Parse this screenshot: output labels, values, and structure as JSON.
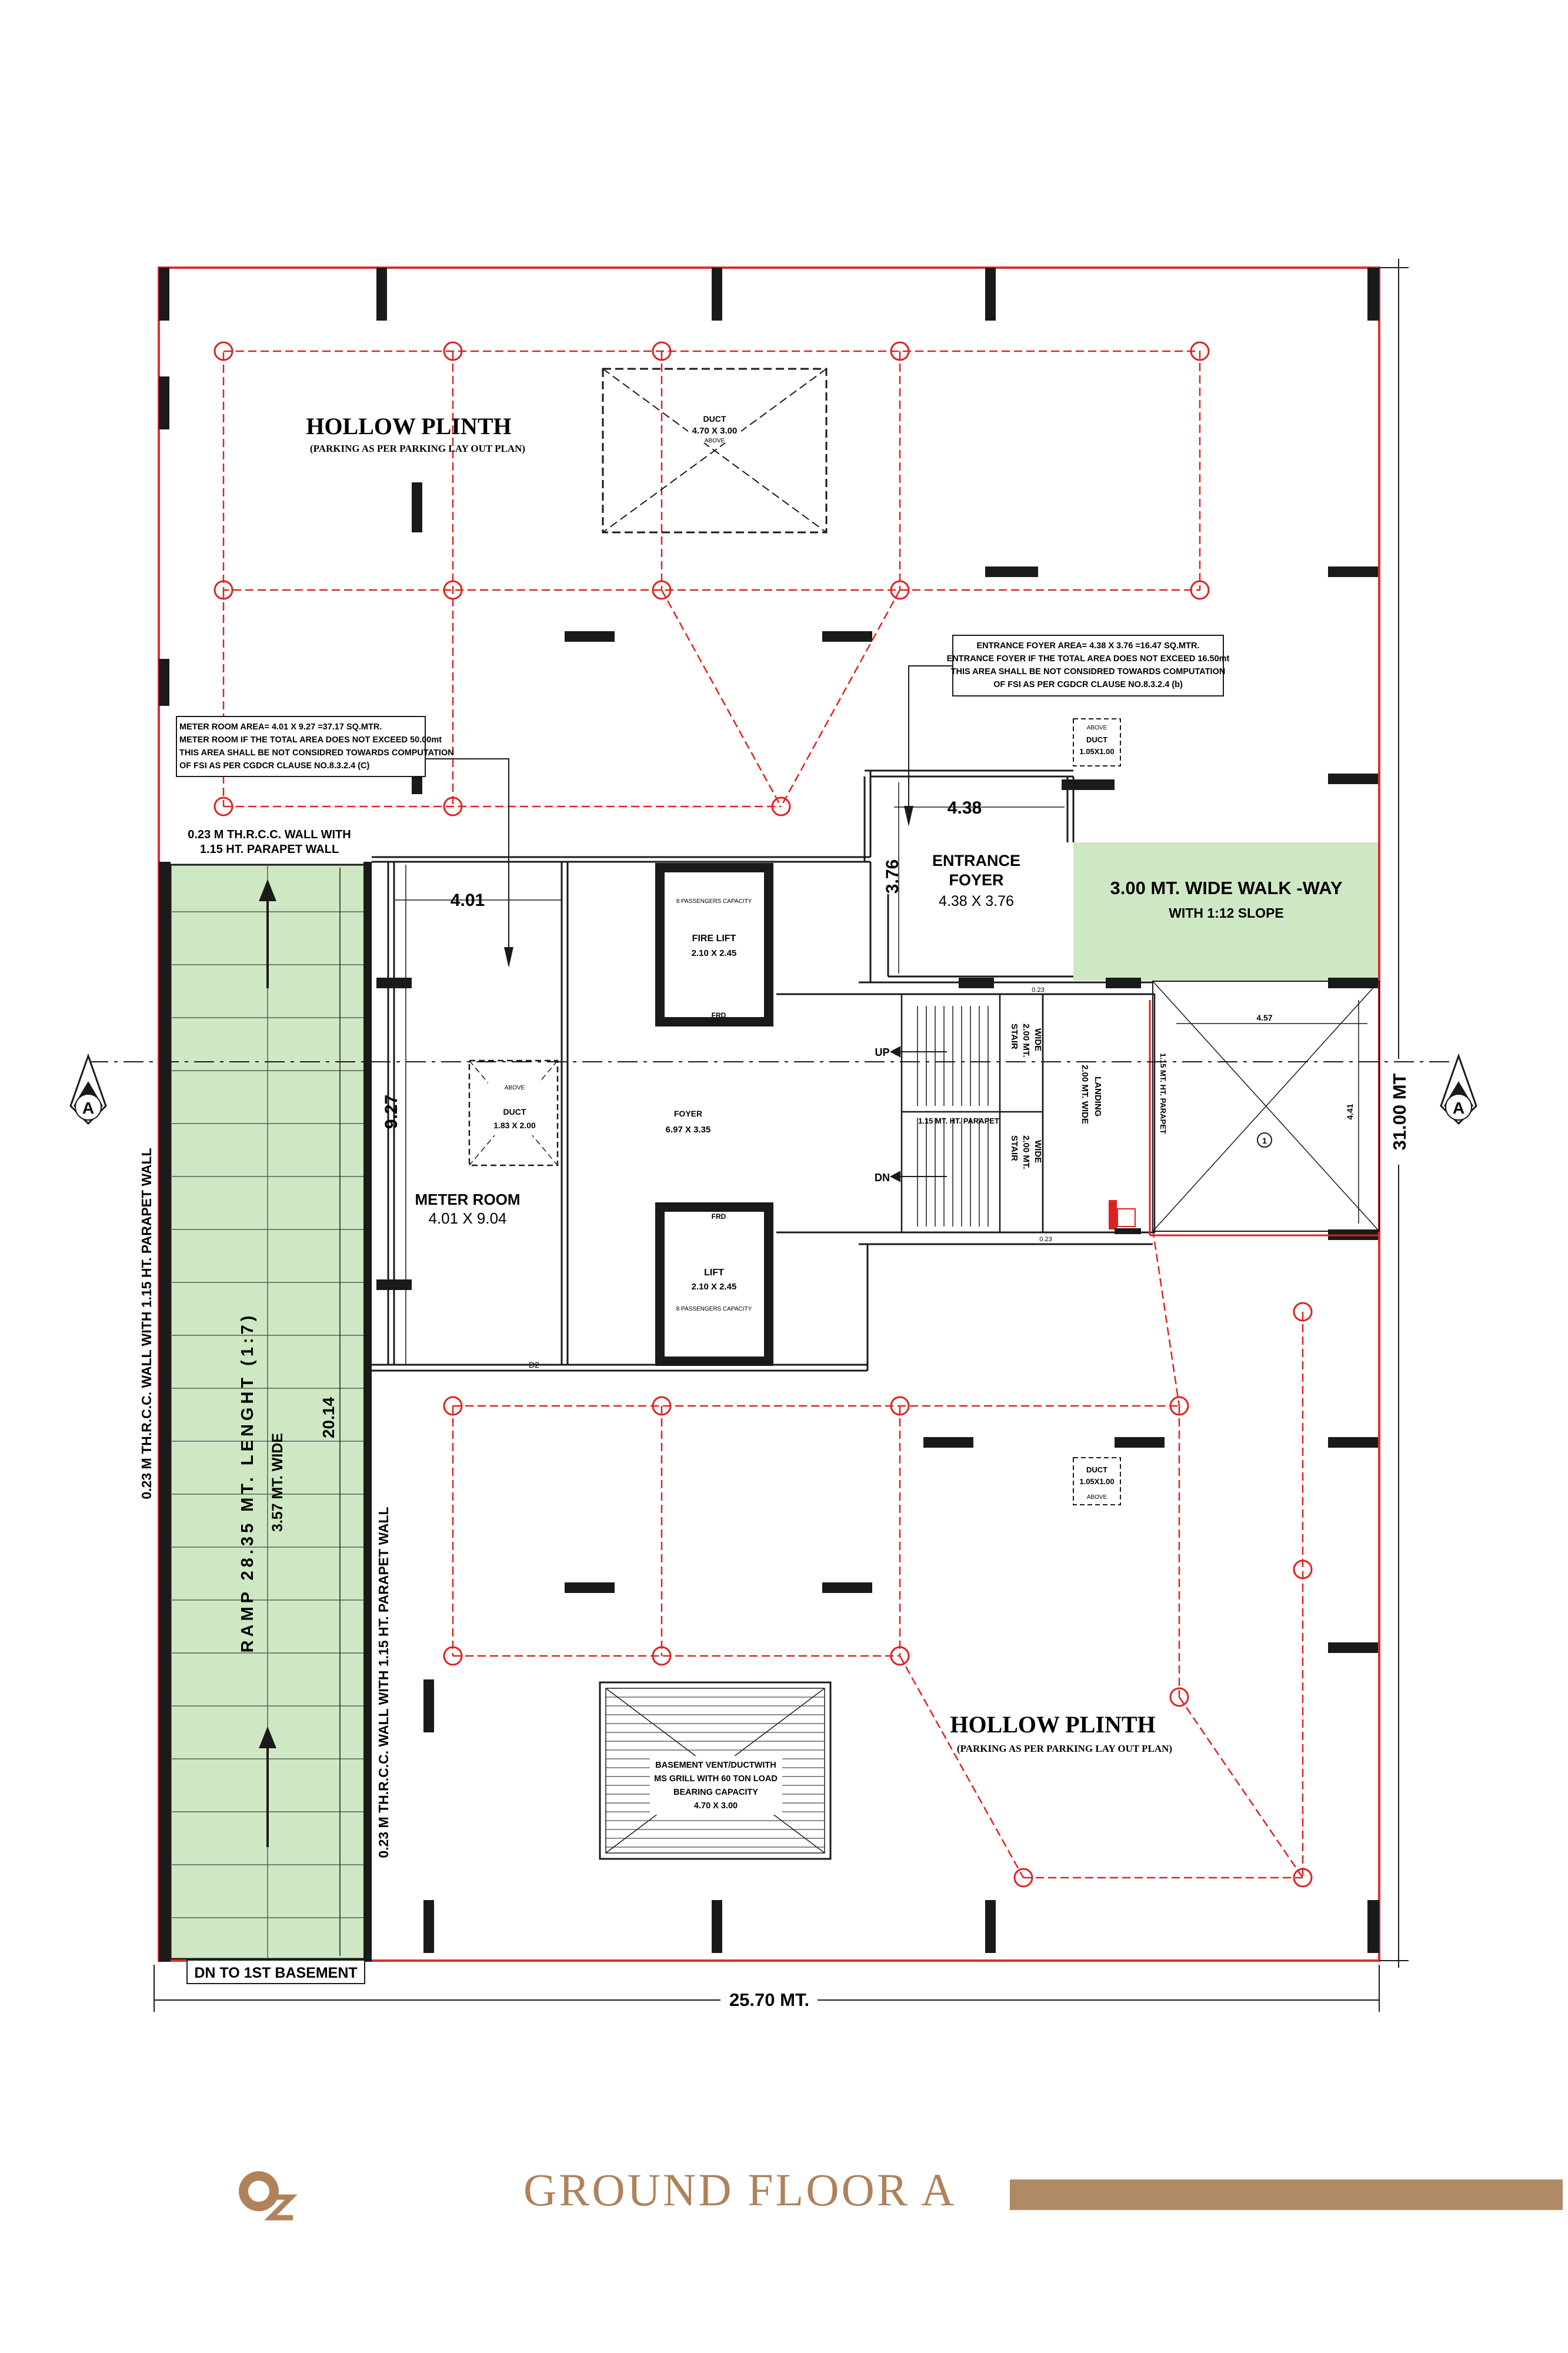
{
  "title": "GROUND FLOOR A",
  "colors": {
    "boundary": "#d93030",
    "wall": "#1a1a1a",
    "green_area": "#cfe8c4",
    "brand": "#b0825b",
    "column_marker": "#e02020"
  },
  "zones": {
    "hollow_plinth_top": {
      "title": "HOLLOW PLINTH",
      "note": "(PARKING AS PER  PARKING LAY OUT PLAN)"
    },
    "hollow_plinth_bottom": {
      "title": "HOLLOW PLINTH",
      "note": "(PARKING AS PER  PARKING LAY OUT PLAN)"
    },
    "duct_top": {
      "label": "DUCT",
      "size": "4.70 X 3.00",
      "above": "ABOVE"
    },
    "meter_room_note": [
      "METER ROOM AREA= 4.01 X 9.27 =37.17 SQ.MTR.",
      "METER ROOM IF THE TOTAL AREA DOES NOT EXCEED 50.00mt",
      "THIS AREA SHALL BE NOT  CONSIDRED TOWARDS COMPUTATION",
      "OF FSI AS PER  CGDCR CLAUSE NO.8.3.2.4 (C)"
    ],
    "entrance_note": [
      "ENTRANCE FOYER AREA= 4.38 X 3.76 =16.47 SQ.MTR.",
      "ENTRANCE FOYER IF THE TOTAL AREA DOES NOT EXCEED 16.50mt",
      "THIS AREA SHALL BE NOT  CONSIDRED TOWARDS COMPUTATION",
      "OF FSI AS PER  CGDCR CLAUSE NO.8.3.2.4 (b)"
    ],
    "wall_note_top": [
      "0.23 M TH.R.C.C. WALL WITH",
      "1.15 HT. PARAPET WALL"
    ],
    "entrance_foyer": {
      "label1": "ENTRANCE",
      "label2": "FOYER",
      "size": "4.38 X 3.76",
      "dim_w": "4.38",
      "dim_h": "3.76"
    },
    "walkway": {
      "label": "3.00 MT. WIDE WALK -WAY",
      "slope": "WITH    1:12 SLOPE"
    },
    "fire_lift": {
      "capacity": "8 PASSENGERS CAPACITY",
      "label": "FIRE LIFT",
      "size": "2.10 X 2.45",
      "frd": "FRD"
    },
    "lift": {
      "capacity": "8 PASSENGERS CAPACITY",
      "label": "LIFT",
      "size": "2.10 X 2.45",
      "frd": "FRD"
    },
    "foyer": {
      "label": "FOYER",
      "size": "6.97 X 3.35"
    },
    "meter_room": {
      "label": "METER ROOM",
      "size": "4.01 X 9.04",
      "dim_w": "4.01",
      "dim_h": "9.27"
    },
    "duct_meter": {
      "above": "ABOVE",
      "label": "DUCT",
      "size": "1.83 X 2.00"
    },
    "duct_right_top": {
      "above": "ABOVE",
      "label": "DUCT",
      "size": "1.05X1.00"
    },
    "duct_right_bottom": {
      "label": "DUCT",
      "size": "1.05X1.00",
      "above": "ABOVE"
    },
    "stair": {
      "up": "UP",
      "dn": "DN",
      "stair1": [
        "STAIR",
        "2.00 MT.",
        "WIDE"
      ],
      "stair2": [
        "STAIR",
        "2.00 MT.",
        "WIDE"
      ],
      "parapet": "1.15 MT. HT. PARAPET",
      "landing": [
        "2.00 MT. WIDE",
        "LANDING"
      ],
      "small_dim": "0.23"
    },
    "void": {
      "dim_w": "4.57",
      "dim_h": "4.41",
      "mark": "1",
      "parapet": "1.15 MT. HT. PARAPET"
    },
    "basement_vent": [
      "BASEMENT VENT/DUCTWITH",
      "MS GRILL WITH 60 TON LOAD",
      "BEARING CAPACITY",
      "4.70 X 3.00"
    ],
    "ramp": {
      "label": "RAMP 28.35 MT.  LENGHT (1:7)",
      "width": "3.57 MT. WIDE",
      "dim": "20.14"
    },
    "ramp_wall_left": "0.23 M TH.R.C.C. WALL WITH 1.15 HT. PARAPET WALL",
    "ramp_wall_right": "0.23 M TH.R.C.C. WALL WITH 1.15 HT. PARAPET WALL",
    "dn_basement": "DN TO 1ST BASEMENT",
    "width_dim": "25.70 MT.",
    "height_dim": "31.00 MT",
    "section_mark": "A",
    "door_mark": "D2"
  }
}
